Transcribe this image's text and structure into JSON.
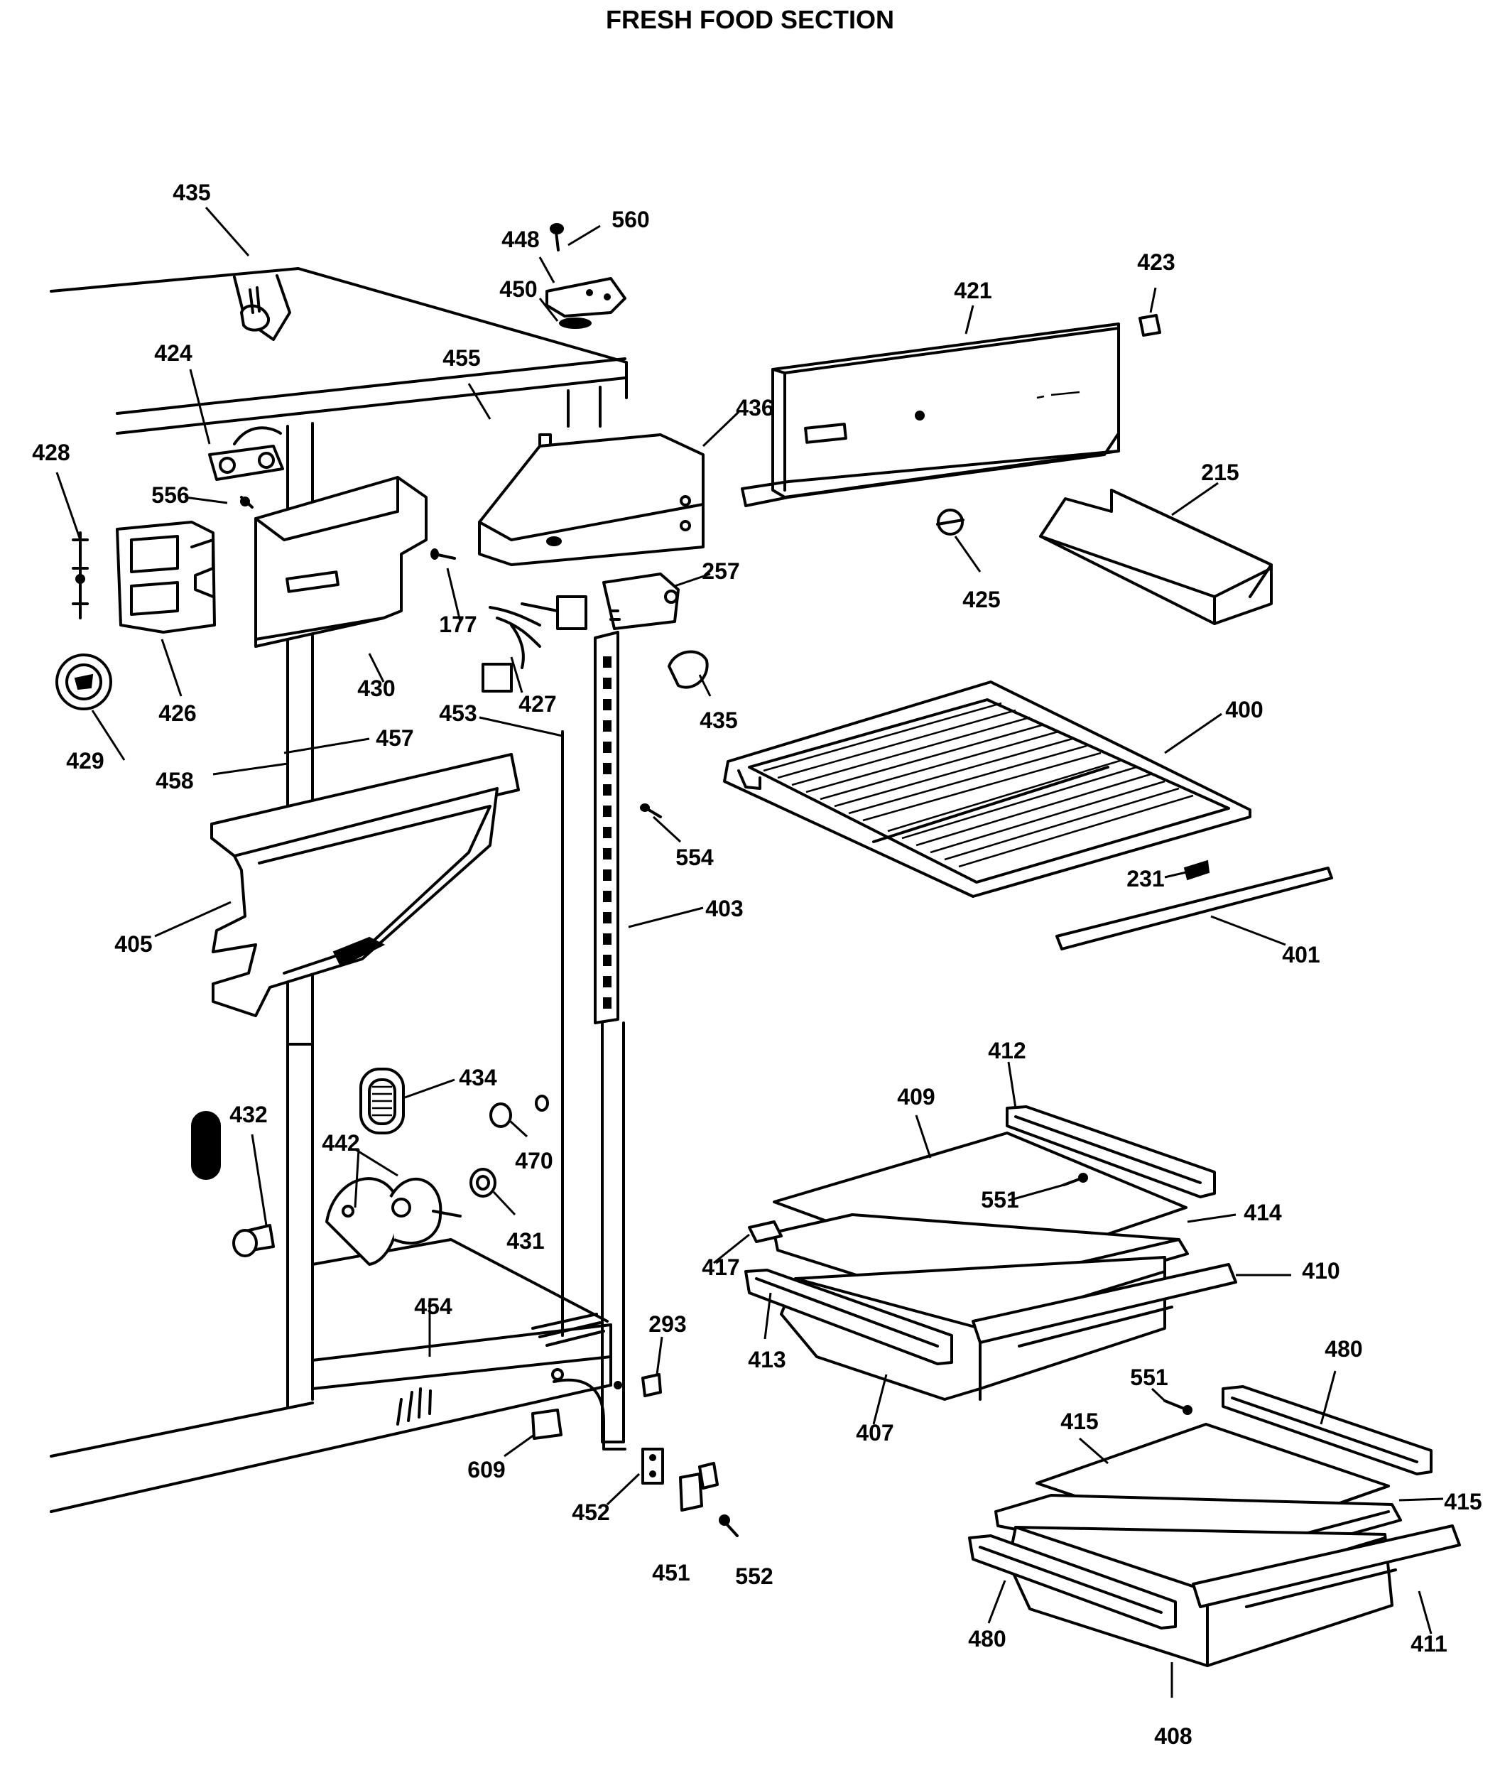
{
  "title": "FRESH FOOD SECTION",
  "callouts": {
    "c177": "177",
    "c215": "215",
    "c231": "231",
    "c257": "257",
    "c293": "293",
    "c400": "400",
    "c401": "401",
    "c403": "403",
    "c405": "405",
    "c407": "407",
    "c408": "408",
    "c409": "409",
    "c410": "410",
    "c411": "411",
    "c412": "412",
    "c413": "413",
    "c414": "414",
    "c415a": "415",
    "c415b": "415",
    "c417": "417",
    "c421": "421",
    "c423": "423",
    "c424": "424",
    "c425": "425",
    "c426": "426",
    "c427": "427",
    "c428": "428",
    "c429": "429",
    "c430": "430",
    "c431": "431",
    "c432": "432",
    "c434": "434",
    "c435a": "435",
    "c435b": "435",
    "c436": "436",
    "c442": "442",
    "c448": "448",
    "c450": "450",
    "c451": "451",
    "c452": "452",
    "c453": "453",
    "c454": "454",
    "c455": "455",
    "c457": "457",
    "c458": "458",
    "c470": "470",
    "c480a": "480",
    "c480b": "480",
    "c551a": "551",
    "c551b": "551",
    "c552": "552",
    "c554": "554",
    "c556": "556",
    "c560": "560",
    "c609": "609"
  }
}
